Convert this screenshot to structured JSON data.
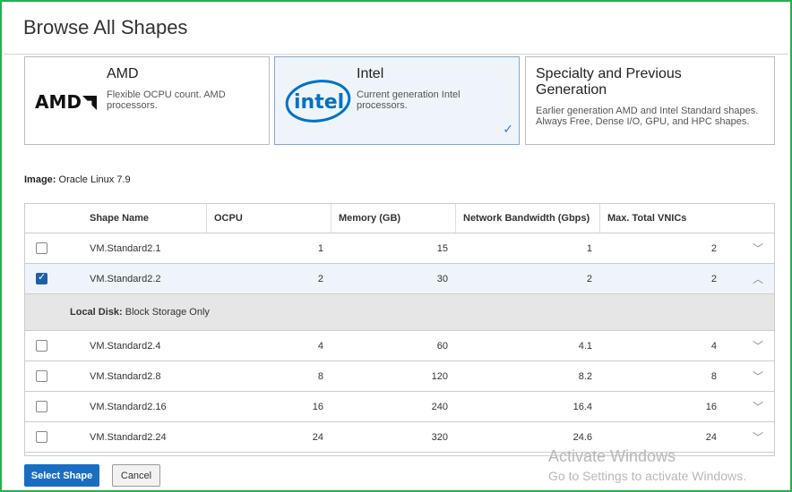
{
  "dialog": {
    "title": "Browse All Shapes"
  },
  "cards": [
    {
      "title": "AMD",
      "logo": "AMD",
      "description": "Flexible OCPU count. AMD processors.",
      "selected": false
    },
    {
      "title": "Intel",
      "logo": "intel",
      "description": "Current generation Intel processors.",
      "selected": true
    },
    {
      "title": "Specialty and Previous Generation",
      "description": "Earlier generation AMD and Intel Standard shapes. Always Free, Dense I/O, GPU, and HPC shapes.",
      "selected": false
    }
  ],
  "image": {
    "label": "Image:",
    "value": "Oracle Linux 7.9"
  },
  "table": {
    "headers": [
      "Shape Name",
      "OCPU",
      "Memory (GB)",
      "Network Bandwidth (Gbps)",
      "Max. Total VNICs"
    ],
    "rows": [
      {
        "name": "VM.Standard2.1",
        "ocpu": "1",
        "memory": "15",
        "network": "1",
        "vnics": "2",
        "checked": false,
        "expanded": false
      },
      {
        "name": "VM.Standard2.2",
        "ocpu": "2",
        "memory": "30",
        "network": "2",
        "vnics": "2",
        "checked": true,
        "expanded": true
      },
      {
        "name": "VM.Standard2.4",
        "ocpu": "4",
        "memory": "60",
        "network": "4.1",
        "vnics": "4",
        "checked": false,
        "expanded": false
      },
      {
        "name": "VM.Standard2.8",
        "ocpu": "8",
        "memory": "120",
        "network": "8.2",
        "vnics": "8",
        "checked": false,
        "expanded": false
      },
      {
        "name": "VM.Standard2.16",
        "ocpu": "16",
        "memory": "240",
        "network": "16.4",
        "vnics": "16",
        "checked": false,
        "expanded": false
      },
      {
        "name": "VM.Standard2.24",
        "ocpu": "24",
        "memory": "320",
        "network": "24.6",
        "vnics": "24",
        "checked": false,
        "expanded": false
      }
    ],
    "detail": {
      "label": "Local Disk:",
      "value": "Block Storage Only"
    }
  },
  "footer": {
    "select_label": "Select Shape",
    "cancel_label": "Cancel"
  },
  "watermark": {
    "line1": "Activate Windows",
    "line2": "Go to Settings to activate Windows."
  },
  "colors": {
    "accent": "#1a6ec2",
    "selected_bg": "#eef4fa",
    "frame_border": "#22b14c",
    "intel_blue": "#0071c5"
  }
}
